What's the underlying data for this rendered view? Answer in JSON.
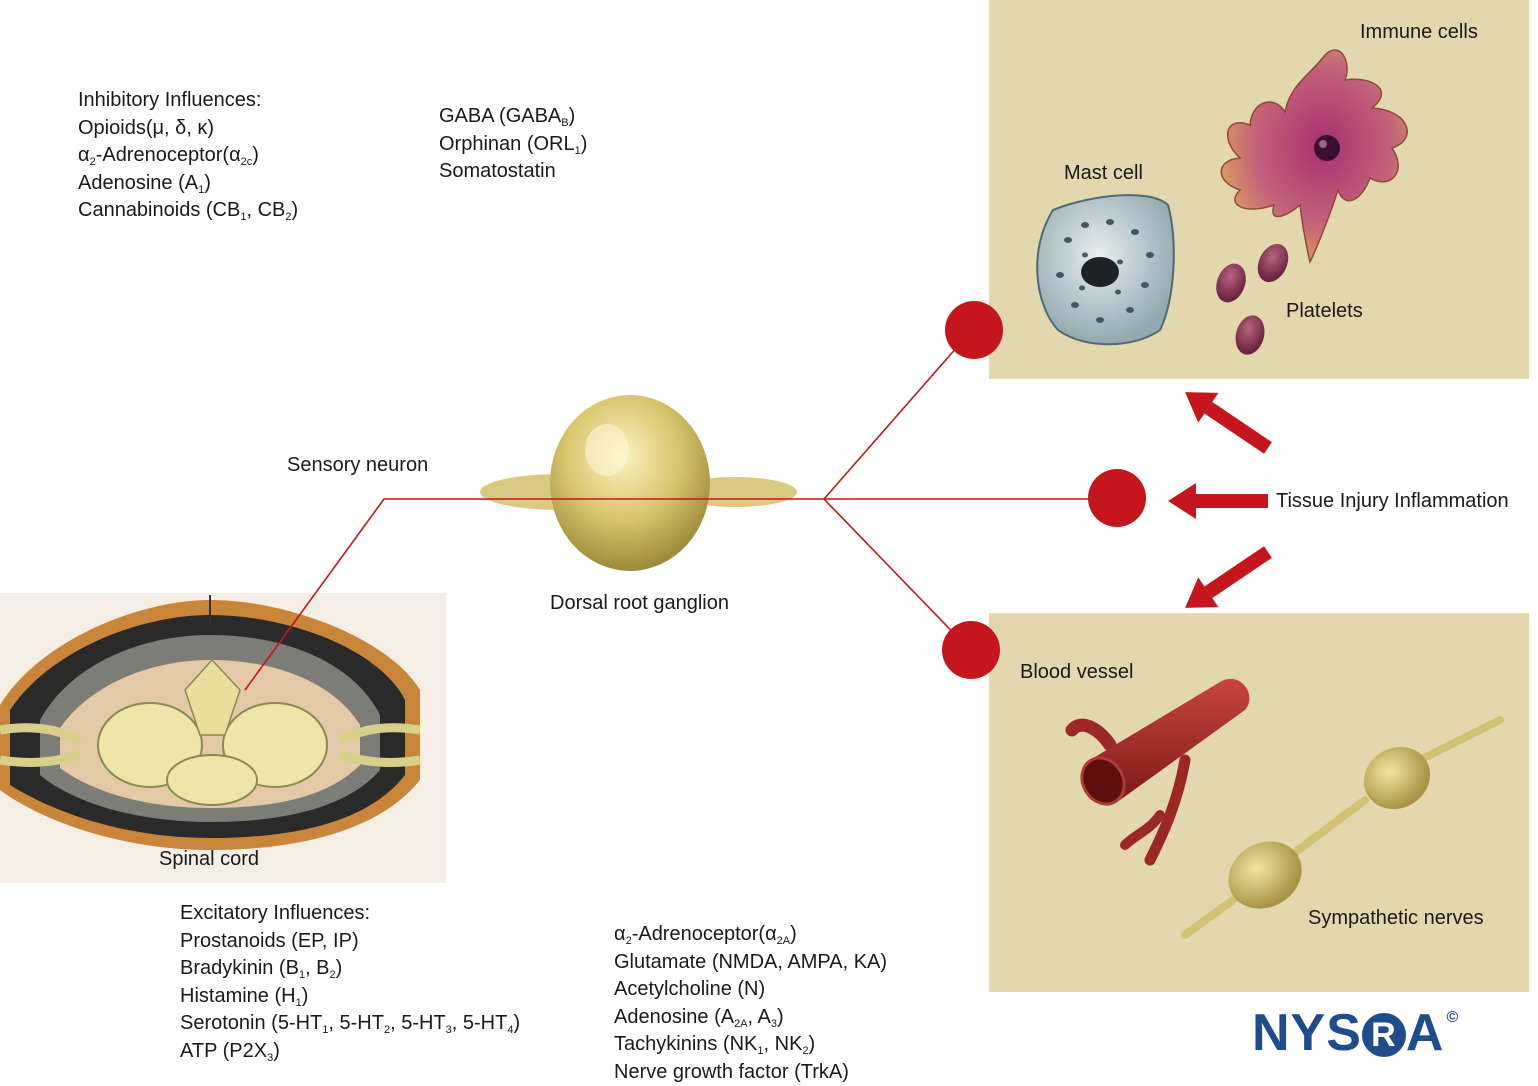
{
  "colors": {
    "panel": "#e2d7ad",
    "nerve_line": "#c4161c",
    "nodes": "#c4161c",
    "arrows": "#c4161c",
    "logo": "#1f4d8c"
  },
  "inhibitory": {
    "heading": "Inhibitory Influences:",
    "col1": [
      {
        "parts": [
          "Opioids(μ, δ, κ)"
        ]
      },
      {
        "parts": [
          "α",
          "2",
          "-Adrenoceptor(α",
          "2c",
          ")"
        ]
      },
      {
        "parts": [
          "Adenosine (A",
          "1",
          ")"
        ]
      },
      {
        "parts": [
          "Cannabinoids (CB",
          "1",
          ", CB",
          "2",
          ")"
        ]
      }
    ],
    "col2": [
      {
        "parts": [
          "GABA (GABA",
          "B",
          ")"
        ]
      },
      {
        "parts": [
          "Orphinan (ORL",
          "1",
          ")"
        ]
      },
      {
        "parts": [
          "Somatostatin"
        ]
      }
    ]
  },
  "excitatory": {
    "heading": "Excitatory Influences:",
    "col1": [
      {
        "parts": [
          "Prostanoids (EP, IP)"
        ]
      },
      {
        "parts": [
          "Bradykinin (B",
          "1",
          ", B",
          "2",
          ")"
        ]
      },
      {
        "parts": [
          "Histamine (H",
          "1",
          ")"
        ]
      },
      {
        "parts": [
          "Serotonin (5-HT",
          "1",
          ", 5-HT",
          "2",
          ", 5-HT",
          "3",
          ", 5-HT",
          "4",
          ")"
        ]
      },
      {
        "parts": [
          "ATP (P2X",
          "3",
          ")"
        ]
      }
    ],
    "col2": [
      {
        "parts": [
          "α",
          "2",
          "-Adrenoceptor(α",
          "2A",
          ")"
        ]
      },
      {
        "parts": [
          "Glutamate (NMDA, AMPA, KA)"
        ]
      },
      {
        "parts": [
          "Acetylcholine (N)"
        ]
      },
      {
        "parts": [
          "Adenosine (A",
          "2A",
          ", A",
          "3",
          ")"
        ]
      },
      {
        "parts": [
          "Tachykinins (NK",
          "1",
          ", NK",
          "2",
          ")"
        ]
      },
      {
        "parts": [
          "Nerve growth factor (TrkA)"
        ]
      }
    ]
  },
  "labels": {
    "sensory_neuron": "Sensory neuron",
    "dorsal_root_ganglion": "Dorsal root ganglion",
    "spinal_cord": "Spinal cord",
    "tissue_injury": "Tissue Injury Inflammation",
    "immune_cells": "Immune cells",
    "mast_cell": "Mast cell",
    "platelets": "Platelets",
    "blood_vessel": "Blood vessel",
    "sympathetic_nerves": "Sympathetic nerves"
  },
  "logo": {
    "pre": "NYS",
    "circle": "R",
    "post": "A",
    "mark": "©"
  }
}
